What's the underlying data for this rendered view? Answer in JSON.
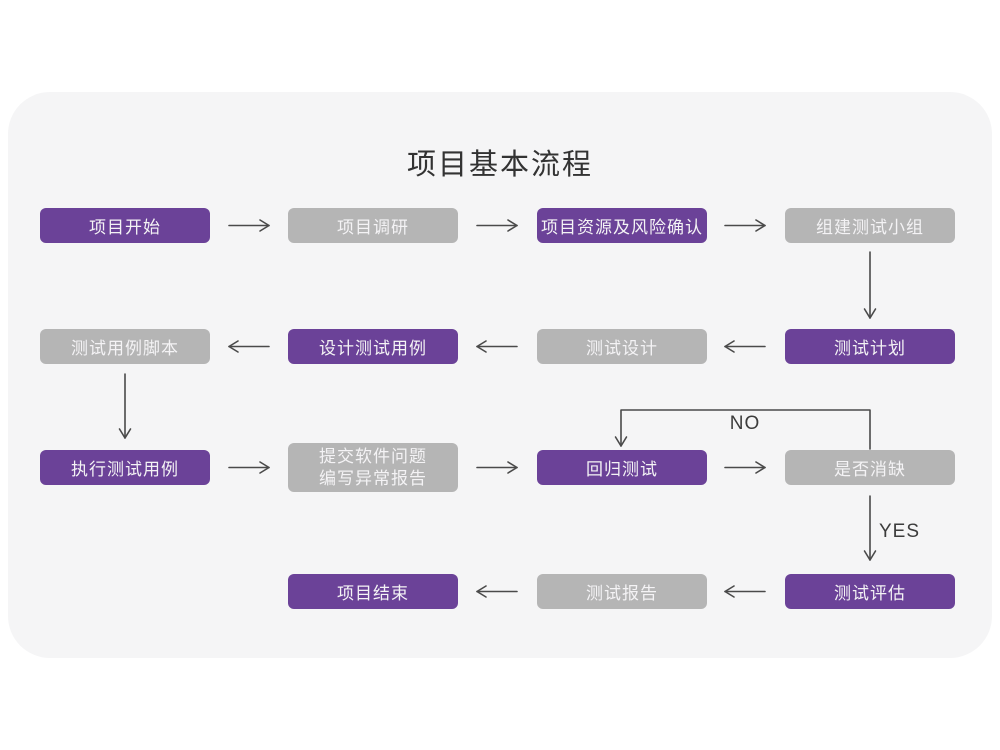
{
  "title": "项目基本流程",
  "colors": {
    "accent_purple": "#6b4298",
    "node_gray": "#b5b5b5",
    "node_text": "#f4f3f5",
    "arrow": "#4a4a4a",
    "card_bg": "#f5f5f6",
    "page_bg": "#ffffff",
    "title_color": "#333333",
    "label_color": "#3c3c3c"
  },
  "nodes": {
    "project_start": {
      "label": "项目开始"
    },
    "project_research": {
      "label": "项目调研"
    },
    "resource_risk_confirm": {
      "label": "项目资源及风险确认"
    },
    "build_test_team": {
      "label": "组建测试小组"
    },
    "test_plan": {
      "label": "测试计划"
    },
    "test_design": {
      "label": "测试设计"
    },
    "design_test_cases": {
      "label": "设计测试用例"
    },
    "test_case_scripts": {
      "label": "测试用例脚本"
    },
    "execute_test_cases": {
      "label": "执行测试用例"
    },
    "submit_issue_report": {
      "line1": "提交软件问题",
      "line2": "编写异常报告"
    },
    "regression_test": {
      "label": "回归测试"
    },
    "defect_cleared": {
      "label": "是否消缺"
    },
    "test_evaluation": {
      "label": "测试评估"
    },
    "test_report": {
      "label": "测试报告"
    },
    "project_end": {
      "label": "项目结束"
    }
  },
  "edge_labels": {
    "no": "NO",
    "yes": "YES"
  }
}
